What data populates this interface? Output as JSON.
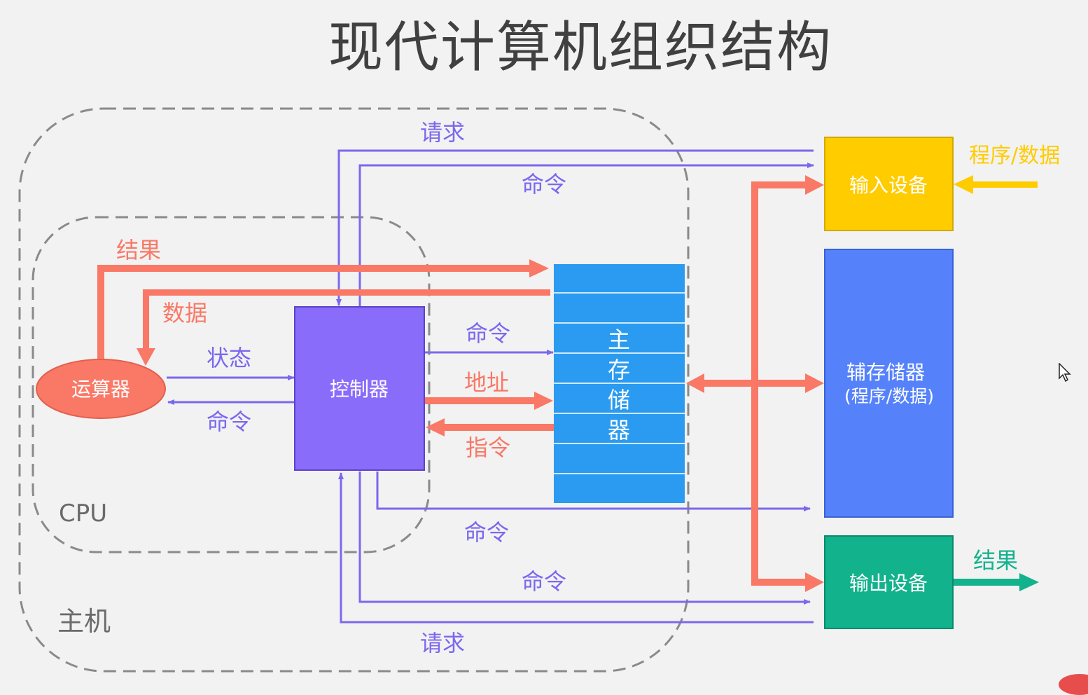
{
  "title": "现代计算机组织结构",
  "groups": {
    "host_label": "主机",
    "cpu_label": "CPU"
  },
  "nodes": {
    "alu": "运算器",
    "controller": "控制器",
    "main_memory": [
      "主",
      "存",
      "储",
      "器"
    ],
    "input_device": "输入设备",
    "aux_storage_line1": "辅存储器",
    "aux_storage_line2": "(程序/数据)",
    "output_device": "输出设备"
  },
  "edge_labels": {
    "request_top": "请求",
    "command_top": "命令",
    "result_cpu": "结果",
    "data_cpu": "数据",
    "status": "状态",
    "command_to_alu": "命令",
    "command_to_memory": "命令",
    "address": "地址",
    "instruction": "指令",
    "command_aux": "命令",
    "command_output": "命令",
    "request_bottom": "请求",
    "program_data_in": "程序/数据",
    "result_out": "结果"
  },
  "colors": {
    "background": "#f2f2f2",
    "title": "#404040",
    "boundary": "#8a8a8a",
    "control_line": "#7b68ee",
    "control_text": "#7b68ee",
    "data_line": "#f97866",
    "data_text": "#f97866",
    "alu_fill": "#f97866",
    "controller_fill": "#8a6cfb",
    "memory_fill": "#2a9bf0",
    "input_fill": "#ffcc00",
    "input_arrow": "#ffcc00",
    "aux_fill": "#5582fb",
    "output_fill": "#12b28c",
    "output_arrow": "#12b28c"
  },
  "icons": {
    "cursor": "mouse-pointer-icon"
  }
}
